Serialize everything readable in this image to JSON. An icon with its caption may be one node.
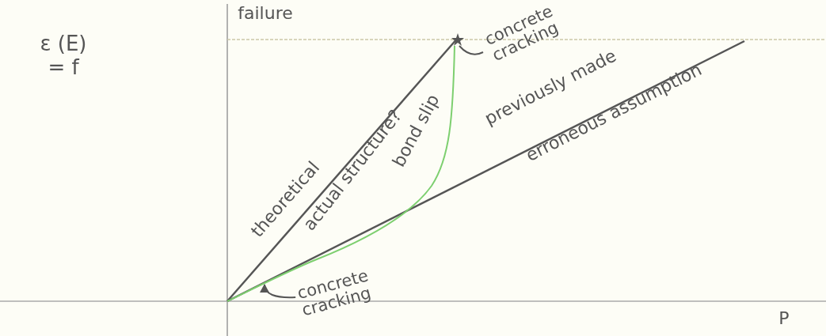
{
  "diagram": {
    "nodes": [
      {
        "text": [],
        "shape": "star"
      },
      {
        "text": [
          "concrete cracking"
        ]
      },
      {
        "text": [
          "concrete cracking"
        ]
      }
    ],
    "edges": [
      {
        "from": 1,
        "to": 0,
        "arrow": "none"
      },
      {
        "from": 2,
        "to": null,
        "arrow": "to"
      }
    ],
    "labels": [
      "ε (E) = f",
      "failure",
      "theoretical",
      "actual structure?",
      "bond slip",
      "previously made",
      "erroneous assumption",
      "P"
    ]
  }
}
